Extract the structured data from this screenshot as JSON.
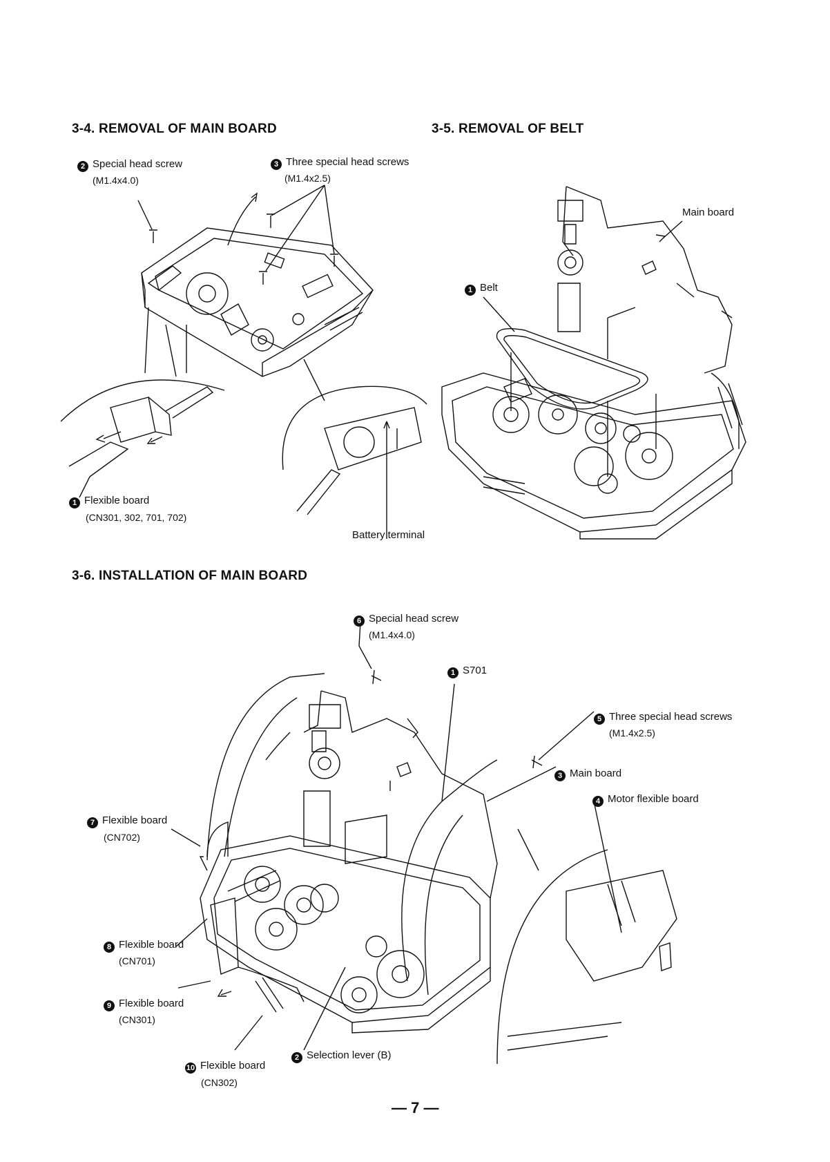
{
  "sections": {
    "main_board_removal": {
      "title": "3-4. REMOVAL OF MAIN BOARD"
    },
    "belt_removal": {
      "title": "3-5. REMOVAL OF BELT"
    },
    "main_board_installation": {
      "title": "3-6. INSTALLATION OF MAIN BOARD"
    }
  },
  "callouts_34": [
    {
      "num": "2",
      "label": "Special head screw",
      "sub": "(M1.4x4.0)"
    },
    {
      "num": "3",
      "label": "Three special head screws",
      "sub": "(M1.4x2.5)"
    },
    {
      "num": "1",
      "label": "Flexible board",
      "sub": "(CN301, 302, 701, 702)"
    },
    {
      "num": "",
      "label": "Battery terminal",
      "sub": ""
    }
  ],
  "callouts_35": [
    {
      "num": "",
      "label": "Main board",
      "sub": ""
    },
    {
      "num": "1",
      "label": "Belt",
      "sub": ""
    }
  ],
  "callouts_36": [
    {
      "num": "6",
      "label": "Special head screw",
      "sub": "(M1.4x4.0)"
    },
    {
      "num": "1",
      "label": "S701",
      "sub": ""
    },
    {
      "num": "5",
      "label": "Three special head screws",
      "sub": "(M1.4x2.5)"
    },
    {
      "num": "3",
      "label": "Main board",
      "sub": ""
    },
    {
      "num": "4",
      "label": "Motor flexible board",
      "sub": ""
    },
    {
      "num": "7",
      "label": "Flexible board",
      "sub": "(CN702)"
    },
    {
      "num": "8",
      "label": "Flexible board",
      "sub": "(CN701)"
    },
    {
      "num": "9",
      "label": "Flexible board",
      "sub": "(CN301)"
    },
    {
      "num": "10",
      "label": "Flexible board",
      "sub": "(CN302)"
    },
    {
      "num": "2",
      "label": "Selection lever (B)",
      "sub": ""
    }
  ],
  "page_number": "— 7 —"
}
